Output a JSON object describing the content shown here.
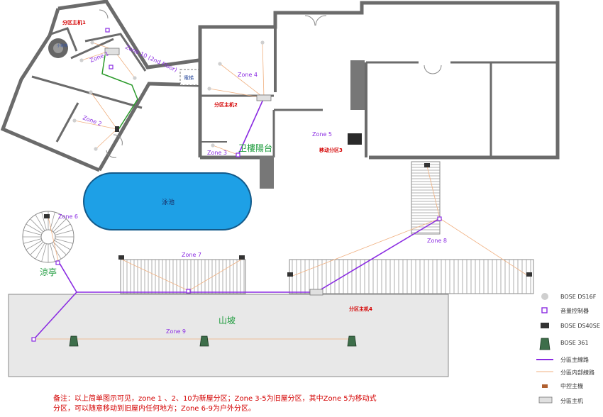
{
  "zones": {
    "zone1": "Zone 1",
    "zone2": "Zone 2",
    "zone3": "Zone 3",
    "zone4": "Zone 4",
    "zone5": "Zone 5",
    "zone6": "Zone 6",
    "zone7": "Zone 7",
    "zone8": "Zone 8",
    "zone9": "Zone 9",
    "zone10": "Zone 10 (2nd Floor)"
  },
  "labels": {
    "host1": "分区主机1",
    "host2": "分区主机2",
    "host3": "移动分区3",
    "host4": "分区主机4",
    "elevator": "電梯",
    "pool": "泳池",
    "balcony": "卫樓陽台",
    "pavilion": "涼亭",
    "slope": "山坡",
    "stair_note": "小電梯"
  },
  "legend": [
    {
      "icon": "speaker-ds16f",
      "label": "BOSE DS16F"
    },
    {
      "icon": "volume-controller",
      "label": "音量控制器"
    },
    {
      "icon": "speaker-ds40se",
      "label": "BOSE DS40SE"
    },
    {
      "icon": "speaker-361",
      "label": "BOSE 361"
    },
    {
      "icon": "main-line",
      "label": "分區主線路"
    },
    {
      "icon": "inner-line",
      "label": "分區内部線路"
    },
    {
      "icon": "central-controller",
      "label": "中控主機"
    },
    {
      "icon": "zone-host",
      "label": "分區主机"
    }
  ],
  "note": {
    "line1": "备注：以上简单图示可见，zone 1 、2、10为新屋分区；Zone 3-5为旧屋分区，其中Zone 5为移动式",
    "line2": "分区，可以随意移动到旧屋内任何地方；Zone 6-9为户外分区。"
  },
  "colors": {
    "wall": "#6b6b6b",
    "main_line": "#8a2be2",
    "inner_line": "#f0b080",
    "green_line": "#2a9a2a",
    "pool": "#1ea0e6",
    "slope": "#e8e8e8"
  }
}
